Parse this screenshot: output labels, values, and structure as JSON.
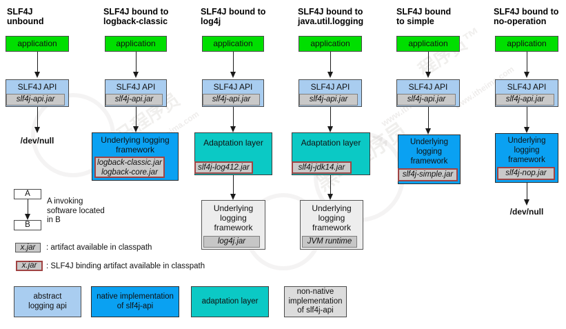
{
  "colors": {
    "green": "#00DF00",
    "light_blue": "#A9CDF0",
    "blue": "#0AA1F2",
    "teal": "#0BC9C5",
    "gray_jar": "#C9C9C9",
    "light_gray": "#EDEDED",
    "binding_border": "#A04343"
  },
  "watermark": {
    "brand": "黑马程序员",
    "brand_tm": "程序员™",
    "url": "www.itheima.com"
  },
  "columns": [
    {
      "title": "SLF4J\nunbound",
      "app": "application",
      "api": "SLF4J API",
      "api_jar": "slf4j-api.jar",
      "sink": "/dev/null"
    },
    {
      "title": "SLF4J bound to\nlogback-classic",
      "app": "application",
      "api": "SLF4J API",
      "api_jar": "slf4j-api.jar",
      "framework": "Underlying logging\nframework",
      "framework_jar": "logback-classic.jar\nlogback-core.jar"
    },
    {
      "title": "SLF4J bound to\nlog4j",
      "app": "application",
      "api": "SLF4J API",
      "api_jar": "slf4j-api.jar",
      "adaptation": "Adaptation layer",
      "adaptation_jar": "slf4j-log412.jar",
      "framework": "Underlying\nlogging\nframework",
      "framework_jar": "log4j.jar"
    },
    {
      "title": "SLF4J bound to\njava.util.logging",
      "app": "application",
      "api": "SLF4J API",
      "api_jar": "slf4j-api.jar",
      "adaptation": "Adaptation layer",
      "adaptation_jar": "slf4j-jdk14.jar",
      "framework": "Underlying\nlogging\nframework",
      "framework_jar": "JVM runtime"
    },
    {
      "title": "SLF4J bound\nto simple",
      "app": "application",
      "api": "SLF4J API",
      "api_jar": "slf4j-api.jar",
      "framework": "Underlying\nlogging\nframework",
      "framework_jar": "slf4j-simple.jar"
    },
    {
      "title": "SLF4J bound to\nno-operation",
      "app": "application",
      "api": "SLF4J API",
      "api_jar": "slf4j-api.jar",
      "framework": "Underlying\nlogging\nframework",
      "framework_jar": "slf4j-nop.jar",
      "sink": "/dev/null"
    }
  ],
  "legend": {
    "a": "A",
    "b": "B",
    "invoking": "A invoking\nsoftware located\nin B",
    "xjar": "x.jar",
    "artifact_note": ": artifact available in classpath",
    "binding_note": ": SLF4J binding artifact available in classpath",
    "types": [
      {
        "label": "abstract\nlogging api"
      },
      {
        "label": "native implementation\nof slf4j-api"
      },
      {
        "label": "adaptation layer"
      },
      {
        "label": "non-native\nimplementation\nof slf4j-api"
      }
    ]
  }
}
